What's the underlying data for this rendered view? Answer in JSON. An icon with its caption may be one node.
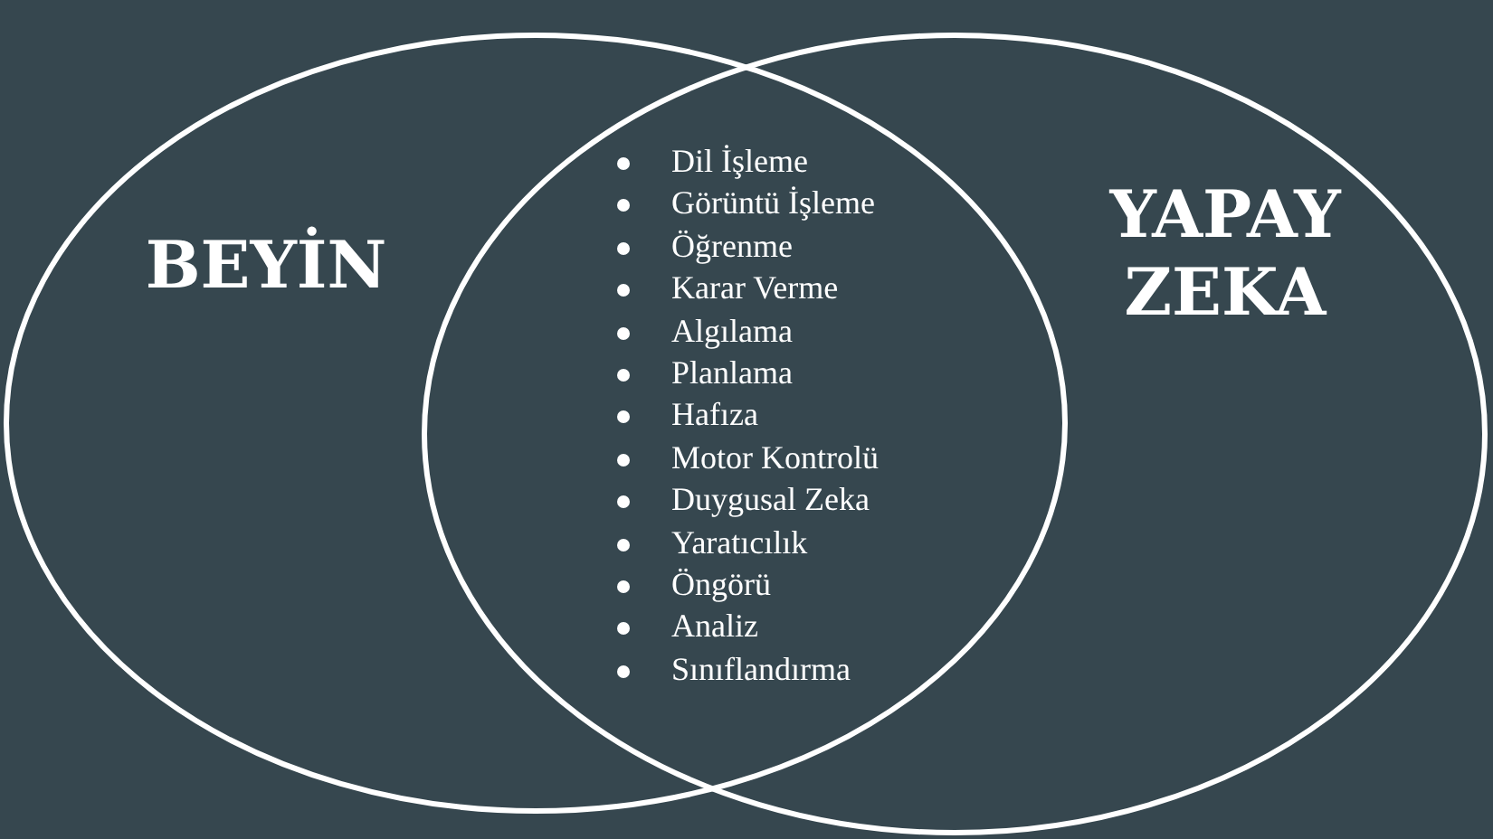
{
  "diagram": {
    "nodes": [
      {
        "text": [
          "BEYİN"
        ]
      },
      {
        "text": [
          "YAPAY ZEKA"
        ]
      }
    ],
    "labels": [
      "Dil İşleme",
      "Görüntü İşleme",
      "Öğrenme",
      "Karar Verme",
      "Algılama",
      "Planlama",
      "Hafıza",
      "Motor Kontrolü",
      "Duygusal Zeka",
      "Yaratıcılık",
      "Öngörü",
      "Analiz",
      "Sınıflandırma"
    ]
  }
}
